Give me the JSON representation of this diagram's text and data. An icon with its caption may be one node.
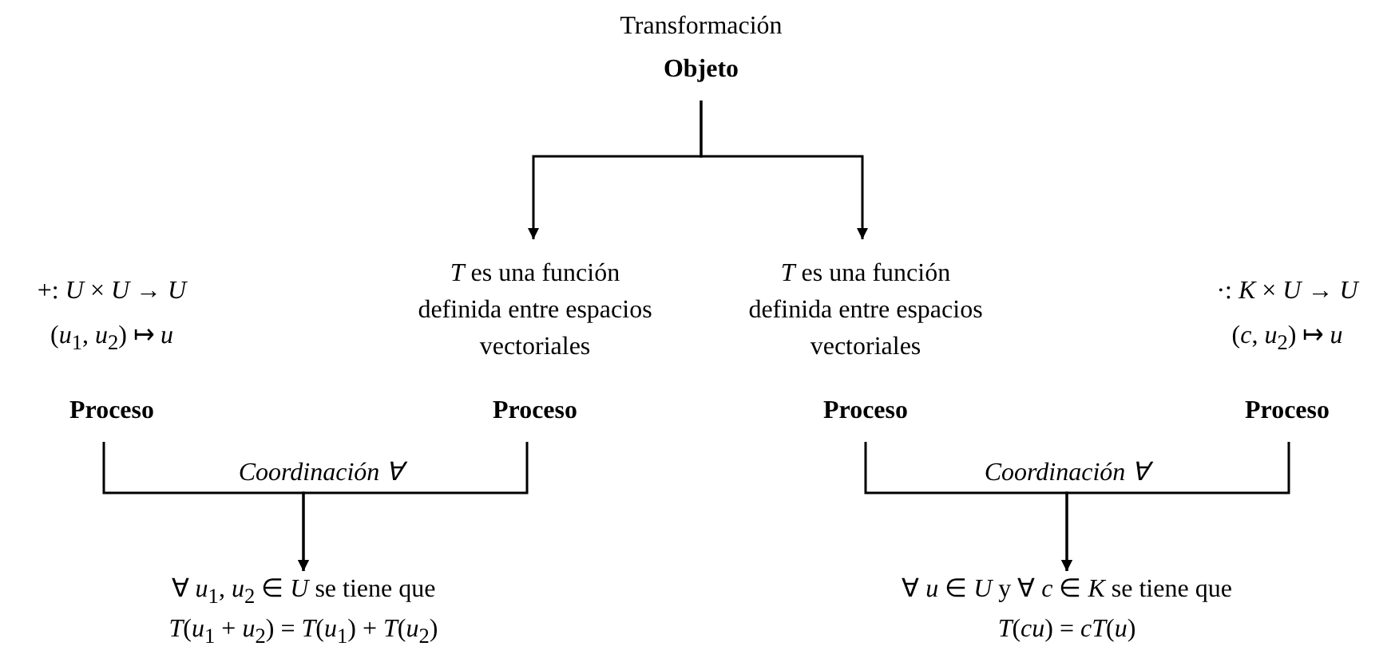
{
  "diagram": {
    "nodes": [
      {
        "text": [
          "Transformación",
          "Objeto"
        ]
      },
      {
        "text": [
          "+: *U* × *U* → *U*",
          "(*u*$_{1}$, *u*$_{2}$) ↦ *u*",
          "Proceso"
        ]
      },
      {
        "text": [
          "*T* es una función definida entre espacios vectoriales",
          "Proceso"
        ]
      },
      {
        "text": [
          "*T* es una función definida entre espacios vectoriales",
          "Proceso"
        ]
      },
      {
        "text": [
          "·: *K* × *U* → *U*",
          "(*c*, *u*$_{2}$) ↦ *u*",
          "Proceso"
        ]
      },
      {
        "text": [
          "∀ *u*$_{1}$, *u*$_{2}$ ∈ *U* se tiene que",
          "*T*(*u*$_{1}$ + *u*$_{2}$) = *T*(*u*$_{1}$) + *T*(*u*$_{2}$)"
        ]
      },
      {
        "text": [
          "∀ *u* ∈ *U* y ∀ *c* ∈ *K* se tiene que",
          "*T*(*cu*) = *cT*(*u*)"
        ]
      }
    ],
    "edges": [
      {
        "from": 0,
        "to": 2,
        "arrow": "to"
      },
      {
        "from": 0,
        "to": 3,
        "arrow": "to"
      },
      {
        "from": 1,
        "to": 5,
        "arrow": "to",
        "label": "Coordinación ∀"
      },
      {
        "from": 2,
        "to": 5,
        "arrow": "to"
      },
      {
        "from": 3,
        "to": 6,
        "arrow": "to",
        "label": "Coordinación ∀"
      },
      {
        "from": 4,
        "to": 6,
        "arrow": "to"
      }
    ]
  }
}
